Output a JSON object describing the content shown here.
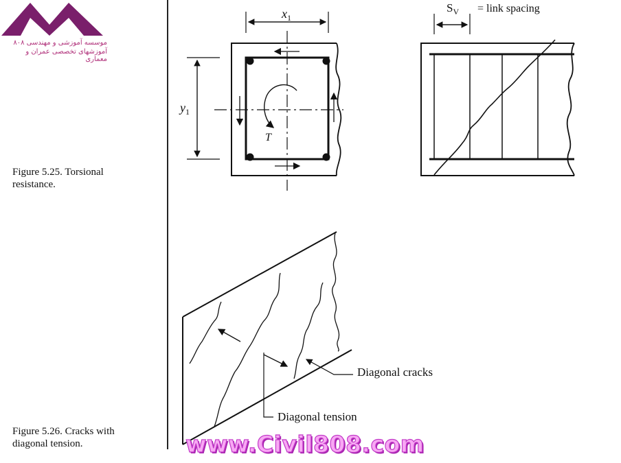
{
  "logo": {
    "line1": "موسسه آموزشی و مهندسی ۸۰۸",
    "line2": "آموزشهای تخصصی عمران و معماری",
    "colors": {
      "primary": "#7a1f6b",
      "accent": "#b0307a"
    }
  },
  "figure_525": {
    "caption": "Figure 5.25. Torsional\nresistance.",
    "label_x1": "x",
    "label_x1_sub": "1",
    "label_y1": "y",
    "label_y1_sub": "1",
    "label_torque": "T",
    "label_sv": "S",
    "label_sv_sub": "V",
    "label_link_spacing": "= link spacing"
  },
  "figure_526": {
    "caption": "Figure 5.26. Cracks with\ndiagonal tension.",
    "label_diagonal_cracks": "Diagonal cracks",
    "label_diagonal_tension": "Diagonal tension"
  },
  "watermark": {
    "text": "www.Civil808.com",
    "colors": {
      "fill": "#f8a8f4",
      "stroke": "#c23ac8"
    }
  }
}
